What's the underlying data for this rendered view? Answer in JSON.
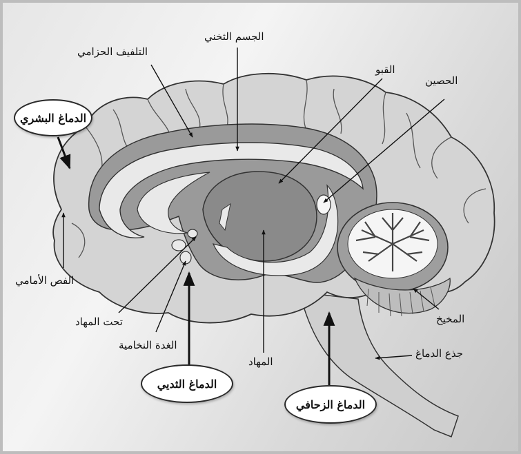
{
  "labels": {
    "cingulate_gyrus": "التلفيف الحزامي",
    "corpus_callosum": "الجسم الثخني",
    "fornix": "القبو",
    "hippocampus": "الحصين",
    "frontal_lobe": "الفص الأمامي",
    "hypothalamus": "تحت المهاد",
    "pituitary_gland": "الغدة النخامية",
    "thalamus": "المهاد",
    "cerebellum": "المخيخ",
    "brain_stem": "جذع الدماغ"
  },
  "bubbles": {
    "human_brain": "الدماغ البشري",
    "mammalian_brain": "الدماغ الثديي",
    "reptilian_brain": "الدماغ الزحافي"
  },
  "colors": {
    "outer_brain": "#d4d4d4",
    "limbic": "#9a9a9a",
    "light_band": "#e9e9e9",
    "thalamus": "#8a8a8a",
    "cerebellum": "#9e9e9e",
    "outline": "#333333"
  }
}
